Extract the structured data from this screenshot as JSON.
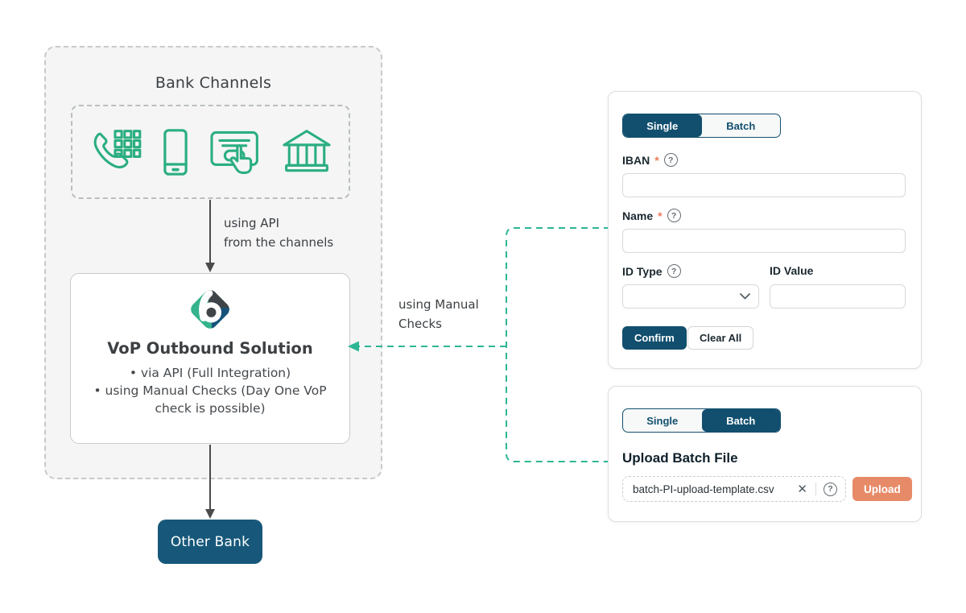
{
  "colors": {
    "navy": "#124f6e",
    "navy_light": "#17587a",
    "icon_green": "#2bae80",
    "connector_teal": "#2db694",
    "salmon": "#e78a68",
    "asterisk": "#ee7b5c",
    "logo_teal": "#35b38c",
    "logo_dark": "#3f4448",
    "logo_navy": "#175379"
  },
  "icons": {
    "help_glyph": "?",
    "clear_glyph": "✕",
    "channel_icons": [
      "phone-keypad-icon",
      "smartphone-icon",
      "card-tap-icon",
      "bank-building-icon"
    ]
  },
  "diagram": {
    "bank_channels_title": "Bank Channels",
    "api_label_line1": "using API",
    "api_label_line2": "from the channels",
    "vop": {
      "title": "VoP Outbound Solution",
      "bullet1": "via API (Full Integration)",
      "bullet2": "using Manual Checks (Day One VoP check is possible)"
    },
    "manual_label_line1": "using Manual",
    "manual_label_line2": "Checks",
    "other_bank_label": "Other Bank"
  },
  "single_form": {
    "tabs": {
      "single": "Single",
      "batch": "Batch"
    },
    "required_marker": "*",
    "iban_label": "IBAN",
    "iban_value": "",
    "name_label": "Name",
    "name_value": "",
    "id_type_label": "ID Type",
    "id_type_value": "",
    "id_value_label": "ID Value",
    "id_value_value": "",
    "confirm_label": "Confirm",
    "clear_all_label": "Clear All"
  },
  "batch_form": {
    "tabs": {
      "single": "Single",
      "batch": "Batch"
    },
    "heading": "Upload Batch File",
    "file_name": "batch-PI-upload-template.csv",
    "upload_label": "Upload"
  }
}
